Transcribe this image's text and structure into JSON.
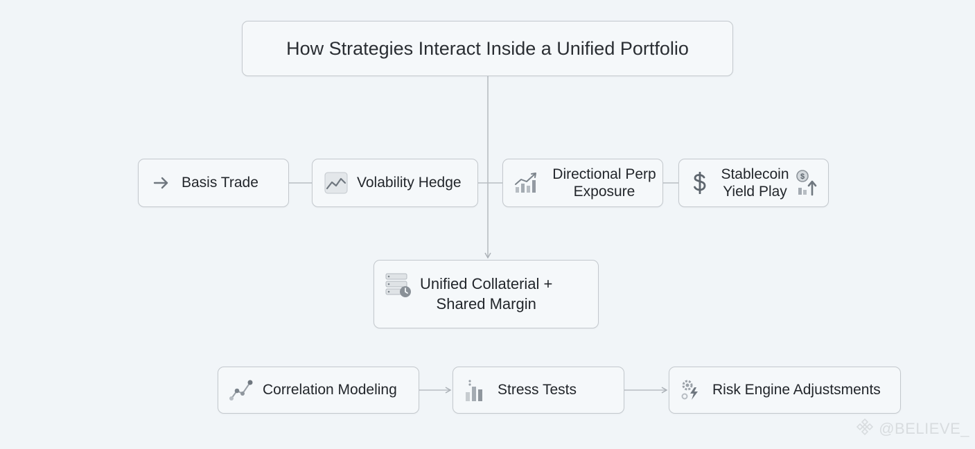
{
  "title": "How Strategies Interact Inside a Unified Portfolio",
  "strategies": [
    {
      "label": "Basis Trade",
      "icon": "arrow-right-icon"
    },
    {
      "label": "Volability Hedge",
      "icon": "line-chart-icon"
    },
    {
      "label": "Directional Perp Exposure",
      "line1": "Directional Perp",
      "line2": "Exposure",
      "icon": "bar-chart-trend-icon"
    },
    {
      "label": "Stablecoin Yield Play",
      "line1": "Stablecoin",
      "line2": "Yield Play",
      "icon_left": "dollar-icon",
      "icon_right": "coin-growth-icon"
    }
  ],
  "hub": {
    "line1": "Unified Collaterial +",
    "line2": "Shared Margin",
    "icon": "server-clock-icon"
  },
  "pipeline": [
    {
      "label": "Correlation Modeling",
      "icon": "scatter-line-icon"
    },
    {
      "label": "Stress Tests",
      "icon": "bar-chart-icon"
    },
    {
      "label": "Risk Engine Adjustsments",
      "icon": "gear-bolt-icon"
    }
  ],
  "watermark": "@BELIEVE_",
  "colors": {
    "background": "#f1f5f8",
    "node_fill": "#f5f8fa",
    "node_border": "#c3c8cd",
    "connector": "#b8bdc2",
    "icon": "#7b838b",
    "watermark": "#d8dcdf"
  }
}
